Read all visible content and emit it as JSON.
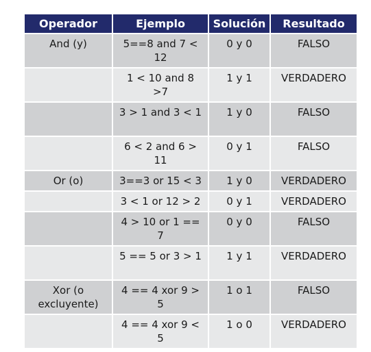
{
  "headers": [
    "Operador",
    "Ejemplo",
    "Solución",
    "Resultado"
  ],
  "rows": [
    {
      "operador": "And (y)",
      "ejemplo": "5==8 and 7 < 12",
      "solucion": "0 y 0",
      "resultado": "FALSO"
    },
    {
      "operador": "",
      "ejemplo": "1 < 10 and 8 >7",
      "solucion": "1 y 1",
      "resultado": "VERDADERO"
    },
    {
      "operador": "",
      "ejemplo": "3 > 1 and 3 < 1",
      "solucion": "1 y 0",
      "resultado": "FALSO"
    },
    {
      "operador": "",
      "ejemplo": "6 < 2 and 6 > 11",
      "solucion": "0 y 1",
      "resultado": "FALSO"
    },
    {
      "operador": "Or (o)",
      "ejemplo": "3==3 or 15 < 3",
      "solucion": "1 y 0",
      "resultado": "VERDADERO"
    },
    {
      "operador": "",
      "ejemplo": "3 < 1 or 12 > 2",
      "solucion": "0 y 1",
      "resultado": "VERDADERO"
    },
    {
      "operador": "",
      "ejemplo": "4 > 10 or 1 == 7",
      "solucion": "0 y 0",
      "resultado": "FALSO"
    },
    {
      "operador": "",
      "ejemplo": "5 == 5 or 3 > 1",
      "solucion": "1 y 1",
      "resultado": "VERDADERO"
    },
    {
      "operador": "Xor (o excluyente)",
      "ejemplo": "4 == 4 xor 9 > 5",
      "solucion": "1 o 1",
      "resultado": "FALSO"
    },
    {
      "operador": "",
      "ejemplo": "4 == 4 xor 9 < 5",
      "solucion": "1 o 0",
      "resultado": "VERDADERO"
    }
  ]
}
